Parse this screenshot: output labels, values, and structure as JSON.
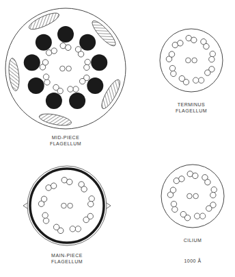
{
  "diagram": {
    "labels": [
      "MID-PIECE FLAGELLUM",
      "TERMINUS FLAGELLUM",
      "MAIN-PIECE FLAGELLUM",
      "CILIUM",
      "1000 Å"
    ]
  }
}
